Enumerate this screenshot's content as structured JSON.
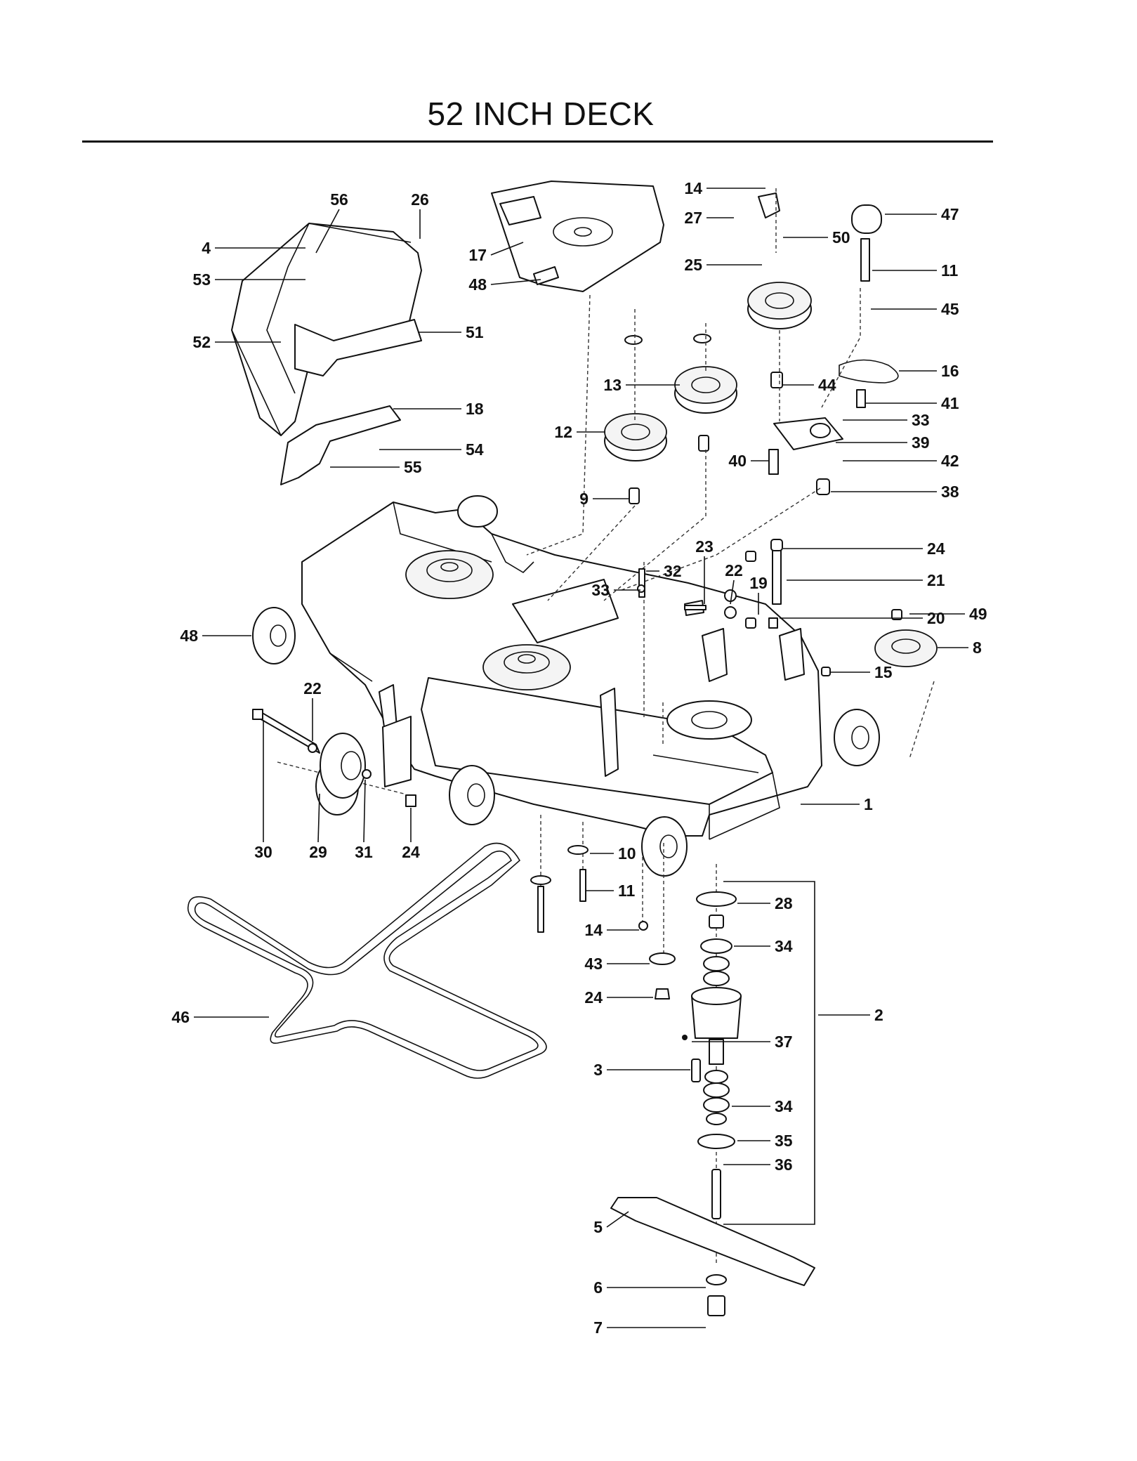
{
  "title": "52 INCH DECK",
  "callouts": [
    {
      "id": "c-14-top",
      "text": "14"
    },
    {
      "id": "c-27",
      "text": "27"
    },
    {
      "id": "c-50",
      "text": "50"
    },
    {
      "id": "c-47",
      "text": "47"
    },
    {
      "id": "c-25",
      "text": "25"
    },
    {
      "id": "c-11-top",
      "text": "11"
    },
    {
      "id": "c-45",
      "text": "45"
    },
    {
      "id": "c-16",
      "text": "16"
    },
    {
      "id": "c-13",
      "text": "13"
    },
    {
      "id": "c-44",
      "text": "44"
    },
    {
      "id": "c-41",
      "text": "41"
    },
    {
      "id": "c-33-top",
      "text": "33"
    },
    {
      "id": "c-39",
      "text": "39"
    },
    {
      "id": "c-12",
      "text": "12"
    },
    {
      "id": "c-40",
      "text": "40"
    },
    {
      "id": "c-42",
      "text": "42"
    },
    {
      "id": "c-9",
      "text": "9"
    },
    {
      "id": "c-38",
      "text": "38"
    },
    {
      "id": "c-56",
      "text": "56"
    },
    {
      "id": "c-26",
      "text": "26"
    },
    {
      "id": "c-4",
      "text": "4"
    },
    {
      "id": "c-53",
      "text": "53"
    },
    {
      "id": "c-52",
      "text": "52"
    },
    {
      "id": "c-51",
      "text": "51"
    },
    {
      "id": "c-17",
      "text": "17"
    },
    {
      "id": "c-48-top",
      "text": "48"
    },
    {
      "id": "c-18",
      "text": "18"
    },
    {
      "id": "c-54",
      "text": "54"
    },
    {
      "id": "c-55",
      "text": "55"
    },
    {
      "id": "c-23",
      "text": "23"
    },
    {
      "id": "c-24-top",
      "text": "24"
    },
    {
      "id": "c-32",
      "text": "32"
    },
    {
      "id": "c-22-top",
      "text": "22"
    },
    {
      "id": "c-19",
      "text": "19"
    },
    {
      "id": "c-21",
      "text": "21"
    },
    {
      "id": "c-33-mid",
      "text": "33"
    },
    {
      "id": "c-20",
      "text": "20"
    },
    {
      "id": "c-49",
      "text": "49"
    },
    {
      "id": "c-8",
      "text": "8"
    },
    {
      "id": "c-15",
      "text": "15"
    },
    {
      "id": "c-48-left",
      "text": "48"
    },
    {
      "id": "c-22-left",
      "text": "22"
    },
    {
      "id": "c-1",
      "text": "1"
    },
    {
      "id": "c-30",
      "text": "30"
    },
    {
      "id": "c-29",
      "text": "29"
    },
    {
      "id": "c-31",
      "text": "31"
    },
    {
      "id": "c-24-left",
      "text": "24"
    },
    {
      "id": "c-10",
      "text": "10"
    },
    {
      "id": "c-11-mid",
      "text": "11"
    },
    {
      "id": "c-28",
      "text": "28"
    },
    {
      "id": "c-14-mid",
      "text": "14"
    },
    {
      "id": "c-34-top",
      "text": "34"
    },
    {
      "id": "c-43",
      "text": "43"
    },
    {
      "id": "c-24-bottom",
      "text": "24"
    },
    {
      "id": "c-2",
      "text": "2"
    },
    {
      "id": "c-46",
      "text": "46"
    },
    {
      "id": "c-37",
      "text": "37"
    },
    {
      "id": "c-3",
      "text": "3"
    },
    {
      "id": "c-34-bottom",
      "text": "34"
    },
    {
      "id": "c-35",
      "text": "35"
    },
    {
      "id": "c-36",
      "text": "36"
    },
    {
      "id": "c-5",
      "text": "5"
    },
    {
      "id": "c-6",
      "text": "6"
    },
    {
      "id": "c-7",
      "text": "7"
    }
  ]
}
